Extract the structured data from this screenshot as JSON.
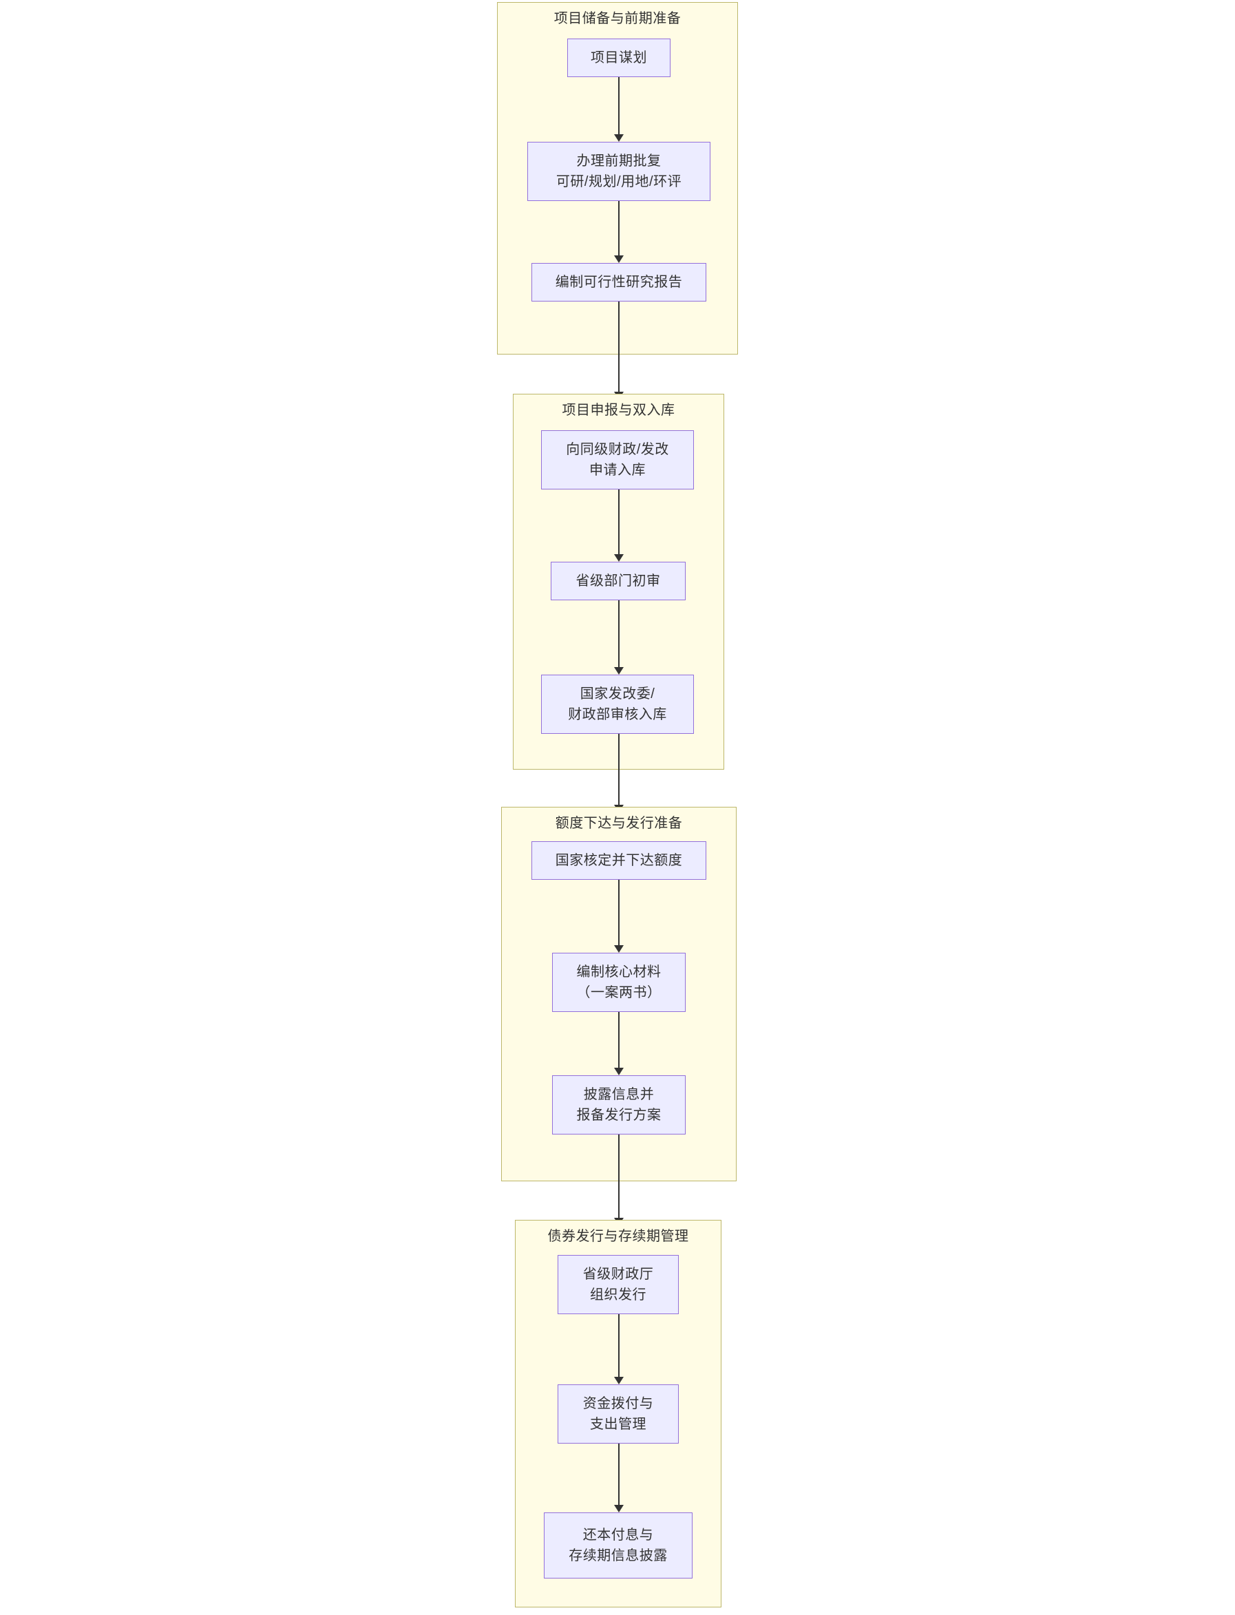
{
  "diagram": {
    "type": "flowchart",
    "orientation": "top-to-bottom",
    "title_shown": false,
    "colors": {
      "cluster_fill": "#fffce5",
      "cluster_border": "#bdb76b",
      "node_fill": "#ececff",
      "node_border": "#9370db",
      "edge": "#333333",
      "text": "#333333",
      "page_background": "#ffffff"
    },
    "clusters": [
      {
        "id": "cluster-1",
        "title": "项目储备与前期准备",
        "nodes": [
          {
            "id": "n1",
            "label": "项目谋划"
          },
          {
            "id": "n2",
            "label": "办理前期批复\n可研/规划/用地/环评"
          },
          {
            "id": "n3",
            "label": "编制可行性研究报告"
          }
        ]
      },
      {
        "id": "cluster-2",
        "title": "项目申报与双入库",
        "nodes": [
          {
            "id": "n4",
            "label": "向同级财政/发改\n申请入库"
          },
          {
            "id": "n5",
            "label": "省级部门初审"
          },
          {
            "id": "n6",
            "label": "国家发改委/\n财政部审核入库"
          }
        ]
      },
      {
        "id": "cluster-3",
        "title": "额度下达与发行准备",
        "nodes": [
          {
            "id": "n7",
            "label": "国家核定并下达额度"
          },
          {
            "id": "n8",
            "label": "编制核心材料\n（一案两书）"
          },
          {
            "id": "n9",
            "label": "披露信息并\n报备发行方案"
          }
        ]
      },
      {
        "id": "cluster-4",
        "title": "债券发行与存续期管理",
        "nodes": [
          {
            "id": "n10",
            "label": "省级财政厅\n组织发行"
          },
          {
            "id": "n11",
            "label": "资金拨付与\n支出管理"
          },
          {
            "id": "n12",
            "label": "还本付息与\n存续期信息披露"
          }
        ]
      }
    ],
    "edges": [
      {
        "from": "n1",
        "to": "n2",
        "label": ""
      },
      {
        "from": "n2",
        "to": "n3",
        "label": ""
      },
      {
        "from": "n3",
        "to": "n4",
        "label": ""
      },
      {
        "from": "n4",
        "to": "n5",
        "label": ""
      },
      {
        "from": "n5",
        "to": "n6",
        "label": ""
      },
      {
        "from": "n6",
        "to": "n7",
        "label": ""
      },
      {
        "from": "n7",
        "to": "n8",
        "label": ""
      },
      {
        "from": "n8",
        "to": "n9",
        "label": ""
      },
      {
        "from": "n9",
        "to": "n10",
        "label": ""
      },
      {
        "from": "n10",
        "to": "n11",
        "label": ""
      },
      {
        "from": "n11",
        "to": "n12",
        "label": ""
      }
    ]
  }
}
